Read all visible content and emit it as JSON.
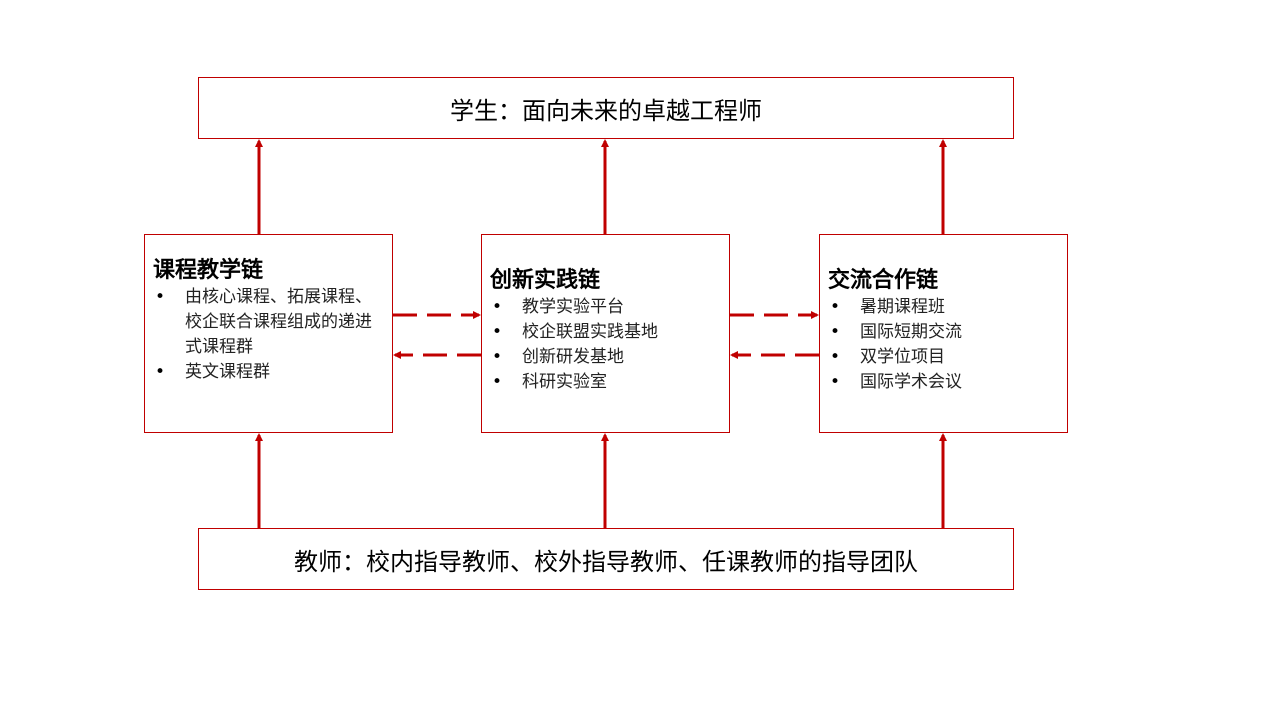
{
  "top_box": {
    "text": "学生：面向未来的卓越工程师"
  },
  "bottom_box": {
    "text": "教师：校内指导教师、校外指导教师、任课教师的指导团队"
  },
  "chains": [
    {
      "title": "课程教学链",
      "items": [
        "由核心课程、拓展课程、校企联合课程组成的递进式课程群",
        "英文课程群"
      ]
    },
    {
      "title": "创新实践链",
      "items": [
        "教学实验平台",
        "校企联盟实践基地",
        "创新研发基地",
        "科研实验室"
      ]
    },
    {
      "title": "交流合作链",
      "items": [
        "暑期课程班",
        "国际短期交流",
        "双学位项目",
        "国际学术会议"
      ]
    }
  ],
  "colors": {
    "accent": "#c00000"
  }
}
